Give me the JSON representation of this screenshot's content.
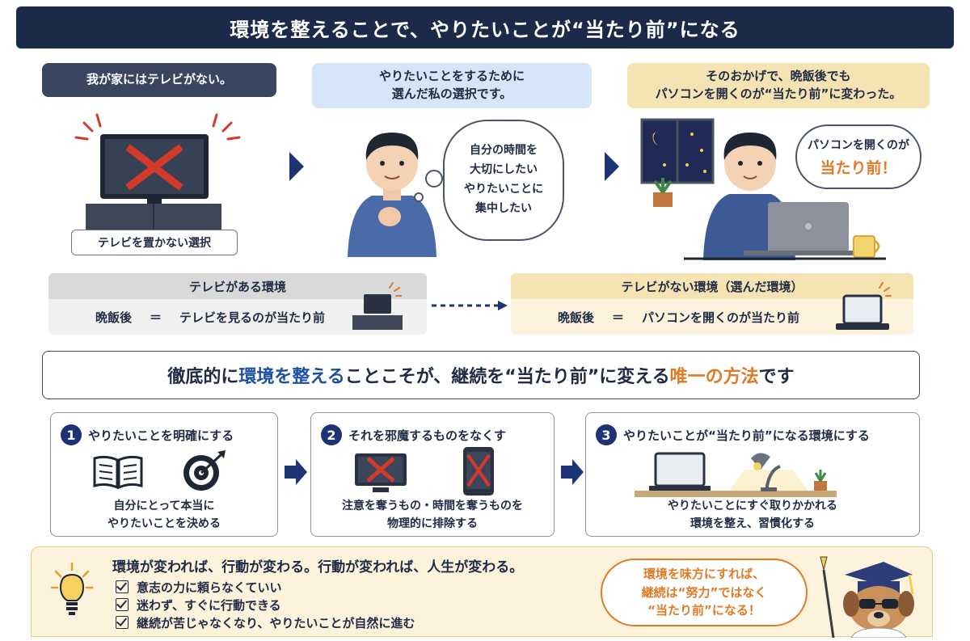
{
  "title": "環境を整えることで、やりたいことが“当たり前”になる",
  "top": {
    "left": {
      "caption": "我が家にはテレビがない。",
      "label": "テレビを置かない選択"
    },
    "middle": {
      "caption_line1": "やりたいことをするために",
      "caption_line2": "選んだ私の選択です。",
      "thought": [
        "自分の時間を",
        "大切にしたい",
        "やりたいことに",
        "集中したい"
      ]
    },
    "right": {
      "caption_line1": "そのおかげで、晩飯後でも",
      "caption_line2": "パソコンを開くのが“当たり前”に変わった。",
      "bubble_line1": "パソコンを開くのが",
      "bubble_line2": "当たり前！"
    }
  },
  "comparison": {
    "with_tv": {
      "header": "テレビがある環境",
      "label": "晩飯後",
      "eq": "＝",
      "value": "テレビを見るのが当たり前"
    },
    "without_tv": {
      "header": "テレビがない環境（選んだ環境）",
      "label": "晩飯後",
      "eq": "＝",
      "value": "パソコンを開くのが当たり前"
    }
  },
  "message": {
    "part1": "徹底的に",
    "part2": "環境を整える",
    "part3": "ことこそが、継続を“当たり前”に変える",
    "part4": "唯一の方法",
    "part5": "です"
  },
  "steps": [
    {
      "num": "1",
      "title": "やりたいことを明確にする",
      "desc_line1": "自分にとって本当に",
      "desc_line2": "やりたいことを決める"
    },
    {
      "num": "2",
      "title": "それを邪魔するものをなくす",
      "desc_line1": "注意を奪うもの・時間を奪うものを",
      "desc_line2": "物理的に排除する"
    },
    {
      "num": "3",
      "title": "やりたいことが“当たり前”になる環境にする",
      "desc_line1": "やりたいことにすぐ取りかかれる",
      "desc_line2": "環境を整え、習慣化する"
    }
  ],
  "bottom": {
    "headline": "環境が変われば、行動が変わる。行動が変われば、人生が変わる。",
    "checks": [
      "意志の力に頼らなくていい",
      "迷わず、すぐに行動できる",
      "継続が苦じゃなくなり、やりたいことが自然に進む"
    ],
    "bubble_line1": "環境を味方にすれば、",
    "bubble_line2": "継続は“努力”ではなく",
    "bubble_line3": "“当たり前”になる！"
  },
  "colors": {
    "navy": "#1c2a4a",
    "accent_blue": "#1d4fa0",
    "accent_orange": "#e07a24",
    "gold": "#f6e3b3",
    "light_blue": "#d6e5f7",
    "cream": "#fdf3dd"
  },
  "icons": [
    "tv-crossed-icon",
    "boy-hand-on-chest",
    "thought-bubble",
    "boy-laptop-night",
    "small-tv-icon",
    "laptop-icon",
    "book-icon",
    "target-icon",
    "tv-ban-icon",
    "phone-ban-icon",
    "desk-lamp-laptop",
    "lightbulb-icon",
    "mascot-dog"
  ]
}
